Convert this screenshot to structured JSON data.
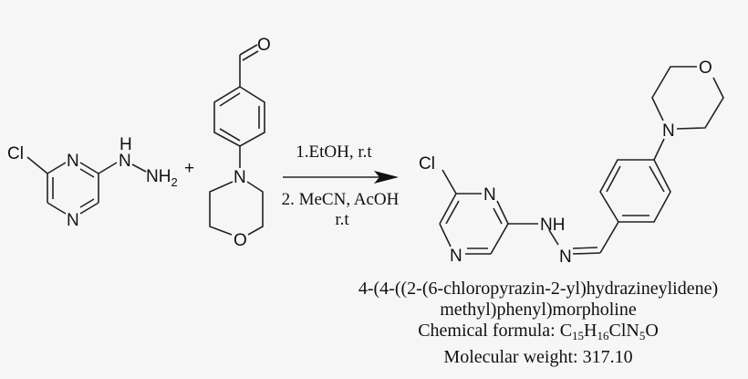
{
  "reactant1": {
    "atoms": {
      "cl": "Cl",
      "n1": "N",
      "n2": "N",
      "nh_h": "H",
      "nh_n": "N",
      "nh2": "NH",
      "nh2_sub": "2"
    }
  },
  "plus": "+",
  "reactant2": {
    "atoms": {
      "o_ald": "O",
      "n": "N",
      "o": "O"
    }
  },
  "conditions": {
    "line1": "1.EtOH, r.t",
    "line2": "2. MeCN, AcOH",
    "line3": "r.t"
  },
  "product": {
    "atoms": {
      "cl": "Cl",
      "n1": "N",
      "n2": "N",
      "nh": "NH",
      "n_imine": "N",
      "n_morph": "N",
      "o_morph": "O"
    },
    "name_line1": "4-(4-((2-(6-chloropyrazin-2-yl)hydrazineylidene)",
    "name_line2": "methyl)phenyl)morpholine",
    "formula_label": "Chemical formula: ",
    "formula": [
      {
        "t": "C"
      },
      {
        "s": "15"
      },
      {
        "t": "H"
      },
      {
        "s": "16"
      },
      {
        "t": "ClN"
      },
      {
        "s": "5"
      },
      {
        "t": "O"
      }
    ],
    "weight": "Molecular weight: 317.10"
  }
}
